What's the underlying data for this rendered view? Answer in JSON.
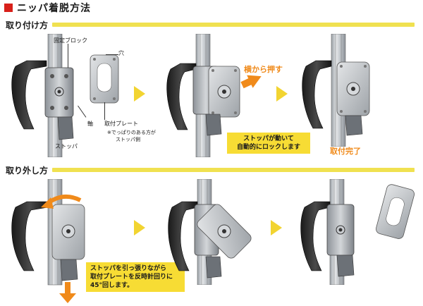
{
  "page": {
    "title": "ニッパ着脱方法"
  },
  "sections": {
    "attach": {
      "label": "取り付け方"
    },
    "detach": {
      "label": "取り外し方"
    }
  },
  "attach": {
    "labels": {
      "fixed_block": "固定ブロック",
      "hole": "穴",
      "shaft": "軸",
      "stopper": "ストッパ",
      "mount_plate": "取付プレート",
      "note_line1": "※でっぱりのある方が",
      "note_line2": "ストッパ側"
    },
    "push_sideways": "横から押す",
    "auto_lock_line1": "ストッパが動いて",
    "auto_lock_line2": "自動的にロックします",
    "done": "取付完了"
  },
  "detach": {
    "instruction_line1": "ストッパを引っ張りながら",
    "instruction_line2": "取付プレートを反時計回りに",
    "instruction_line3": "45°回します。"
  },
  "colors": {
    "accent_red": "#d8201a",
    "section_bar": "#f0e150",
    "callout": "#f7dc34",
    "arrow_yellow": "#f2d431",
    "orange": "#f08a1a"
  }
}
